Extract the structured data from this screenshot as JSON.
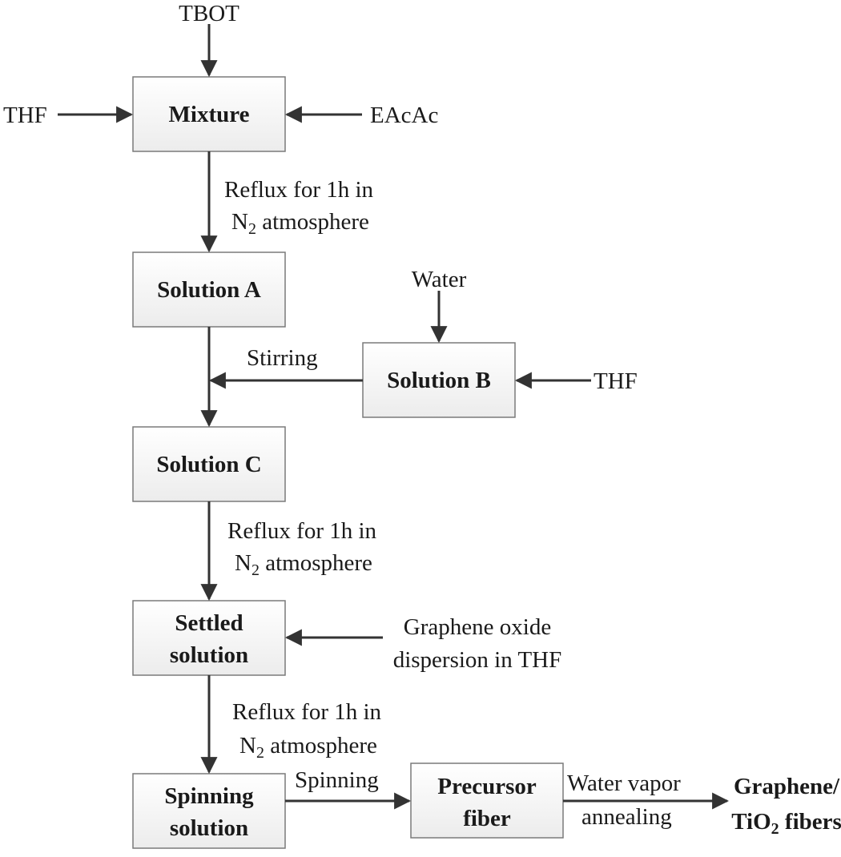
{
  "inputs": {
    "tbot": "TBOT",
    "thf_left": "THF",
    "eacac": "EAcAc",
    "water": "Water",
    "thf_right": "THF",
    "go_line1": "Graphene oxide",
    "go_line2": "dispersion in THF"
  },
  "boxes": {
    "mixture": "Mixture",
    "solution_a": "Solution A",
    "solution_b": "Solution B",
    "solution_c": "Solution C",
    "settled_line1": "Settled",
    "settled_line2": "solution",
    "spinning_line1": "Spinning",
    "spinning_line2": "solution",
    "precursor_line1": "Precursor",
    "precursor_line2": "fiber"
  },
  "steps": {
    "reflux1_line1": "Reflux for 1h in",
    "reflux1_n": "N",
    "reflux1_sub": "2",
    "reflux1_rest": " atmosphere",
    "stirring": "Stirring",
    "reflux2_line1": "Reflux for 1h in",
    "reflux2_n": "N",
    "reflux2_sub": "2",
    "reflux2_rest": " atmosphere",
    "reflux3_line1": "Reflux for 1h in",
    "reflux3_n": "N",
    "reflux3_sub": "2",
    "reflux3_rest": " atmosphere",
    "spinning": "Spinning",
    "annealing_line1": "Water vapor",
    "annealing_line2": "annealing"
  },
  "product": {
    "line1": "Graphene/",
    "line2_main": "TiO",
    "line2_sub": "2",
    "line2_rest": " fibers"
  }
}
